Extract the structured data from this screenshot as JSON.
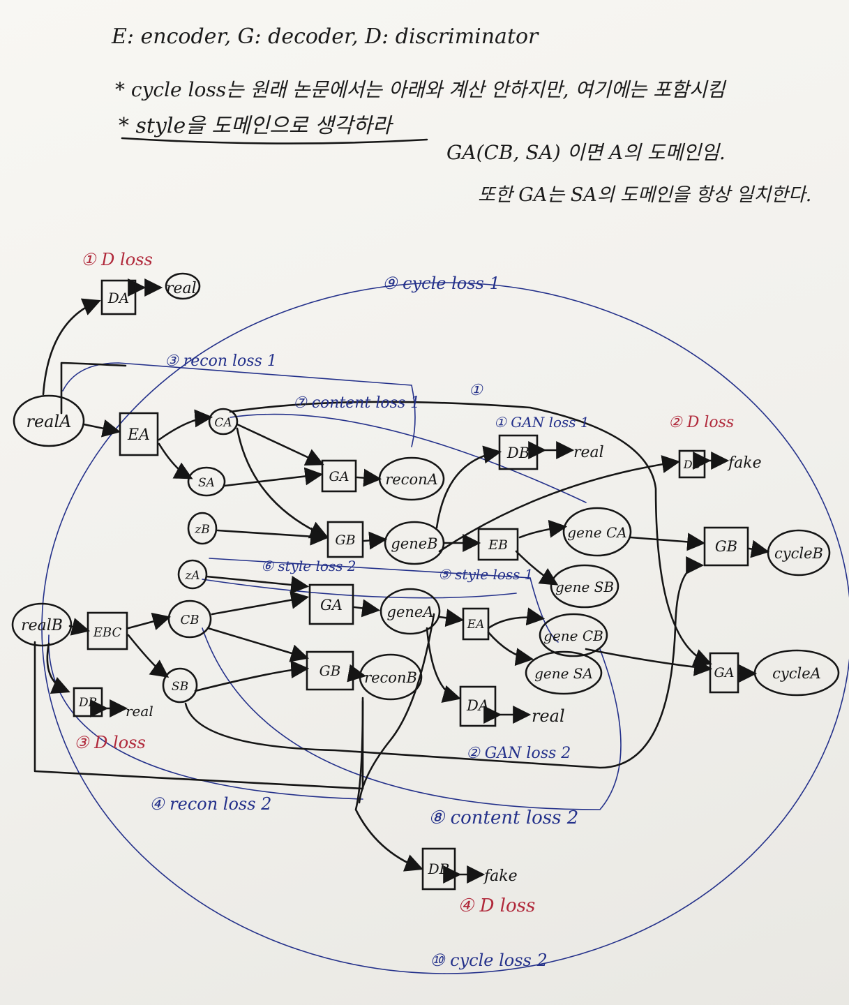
{
  "header": {
    "line1": "E: encoder, G: decoder, D: discriminator",
    "line2": "* cycle loss는 원래 논문에서는 아래와 계산 안하지만, 여기에는 포함시킴",
    "line3": "* style을 도메인으로 생각하라",
    "line4": "GA(CB, SA) 이면 A의 도메인임.",
    "line5": "또한 GA는 SA의 도메인을 항상 일치한다."
  },
  "nodes": {
    "realA": "realA",
    "realB": "realB",
    "EA": "EA",
    "EB_top": "EB",
    "EA_mid": "EA",
    "EB_left": "EBC",
    "CA": "CA",
    "SA": "SA",
    "CB": "CB",
    "SB": "SB",
    "zB": "zB",
    "zA": "zA",
    "GA_top": "GA",
    "GB_top": "GB",
    "GA_mid": "GA",
    "GB_mid": "GB",
    "GB_right": "GB",
    "GA_right": "GA",
    "reconA": "reconA",
    "reconB": "reconB",
    "geneB": "geneB",
    "geneA": "geneA",
    "geneCA": "gene CA",
    "geneSB": "gene SB",
    "geneCB": "gene CB",
    "geneSA": "gene SA",
    "cycleB": "cycleB",
    "cycleA": "cycleA",
    "DA_top": "DA",
    "DB_top": "DB",
    "DB_right": "DB",
    "DB_left": "DB",
    "DA_mid": "DA",
    "DB_bottom": "DB"
  },
  "edge_labels": {
    "real1": "real",
    "real2": "real",
    "real3": "real",
    "real4": "real",
    "fake1": "fake",
    "fake2": "fake"
  },
  "losses": {
    "dloss1": "① D loss",
    "dloss2": "② D loss",
    "dloss3": "③ D loss",
    "dloss4": "④ D loss",
    "ganloss1": "① GAN loss 1",
    "ganloss2": "② GAN loss 2",
    "reconloss1": "③ recon loss 1",
    "reconloss2": "④ recon loss 2",
    "styleloss1": "⑤ style loss 1",
    "styleloss2": "⑥ style loss 2",
    "contentloss1": "⑦ content loss 1",
    "contentloss2": "⑧ content loss 2",
    "cycleloss1": "⑨ cycle loss 1",
    "cycleloss2": "⑩ cycle loss 2",
    "circ1": "①"
  },
  "colors": {
    "ink": "#151515",
    "blue": "#23308a",
    "red": "#b0283a"
  }
}
